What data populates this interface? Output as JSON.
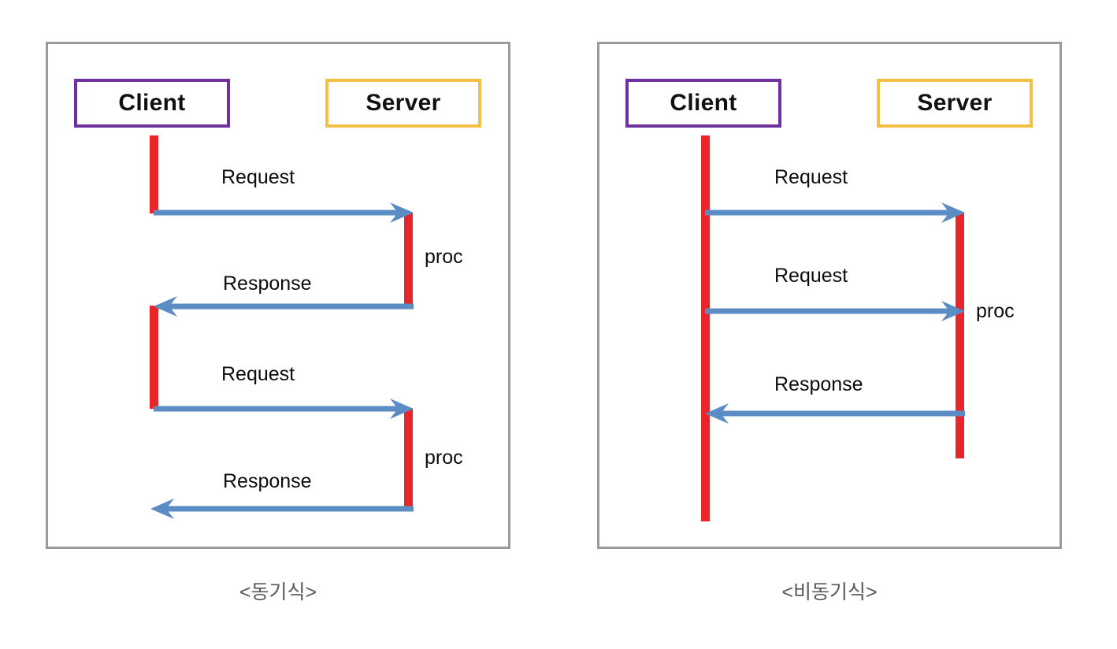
{
  "page": {
    "background": "#ffffff",
    "colors": {
      "panel_border": "#9a9a9a",
      "client_border": "#7030a0",
      "server_border": "#f2c042",
      "activation_bar": "#e8252a",
      "arrow": "#5b8cc4",
      "label_text": "#0c0c0c",
      "caption_text": "#595959"
    }
  },
  "panels": [
    {
      "id": "sync",
      "caption": "<동기식>",
      "actors": {
        "client": "Client",
        "server": "Server"
      },
      "messages": [
        {
          "label": "Request",
          "direction": "right"
        },
        {
          "label": "Response",
          "direction": "left"
        },
        {
          "label": "Request",
          "direction": "right"
        },
        {
          "label": "Response",
          "direction": "left"
        }
      ],
      "proc_labels": [
        "proc",
        "proc"
      ]
    },
    {
      "id": "async",
      "caption": "<비동기식>",
      "actors": {
        "client": "Client",
        "server": "Server"
      },
      "messages": [
        {
          "label": "Request",
          "direction": "right"
        },
        {
          "label": "Request",
          "direction": "right"
        },
        {
          "label": "Response",
          "direction": "left"
        }
      ],
      "proc_labels": [
        "proc"
      ]
    }
  ]
}
